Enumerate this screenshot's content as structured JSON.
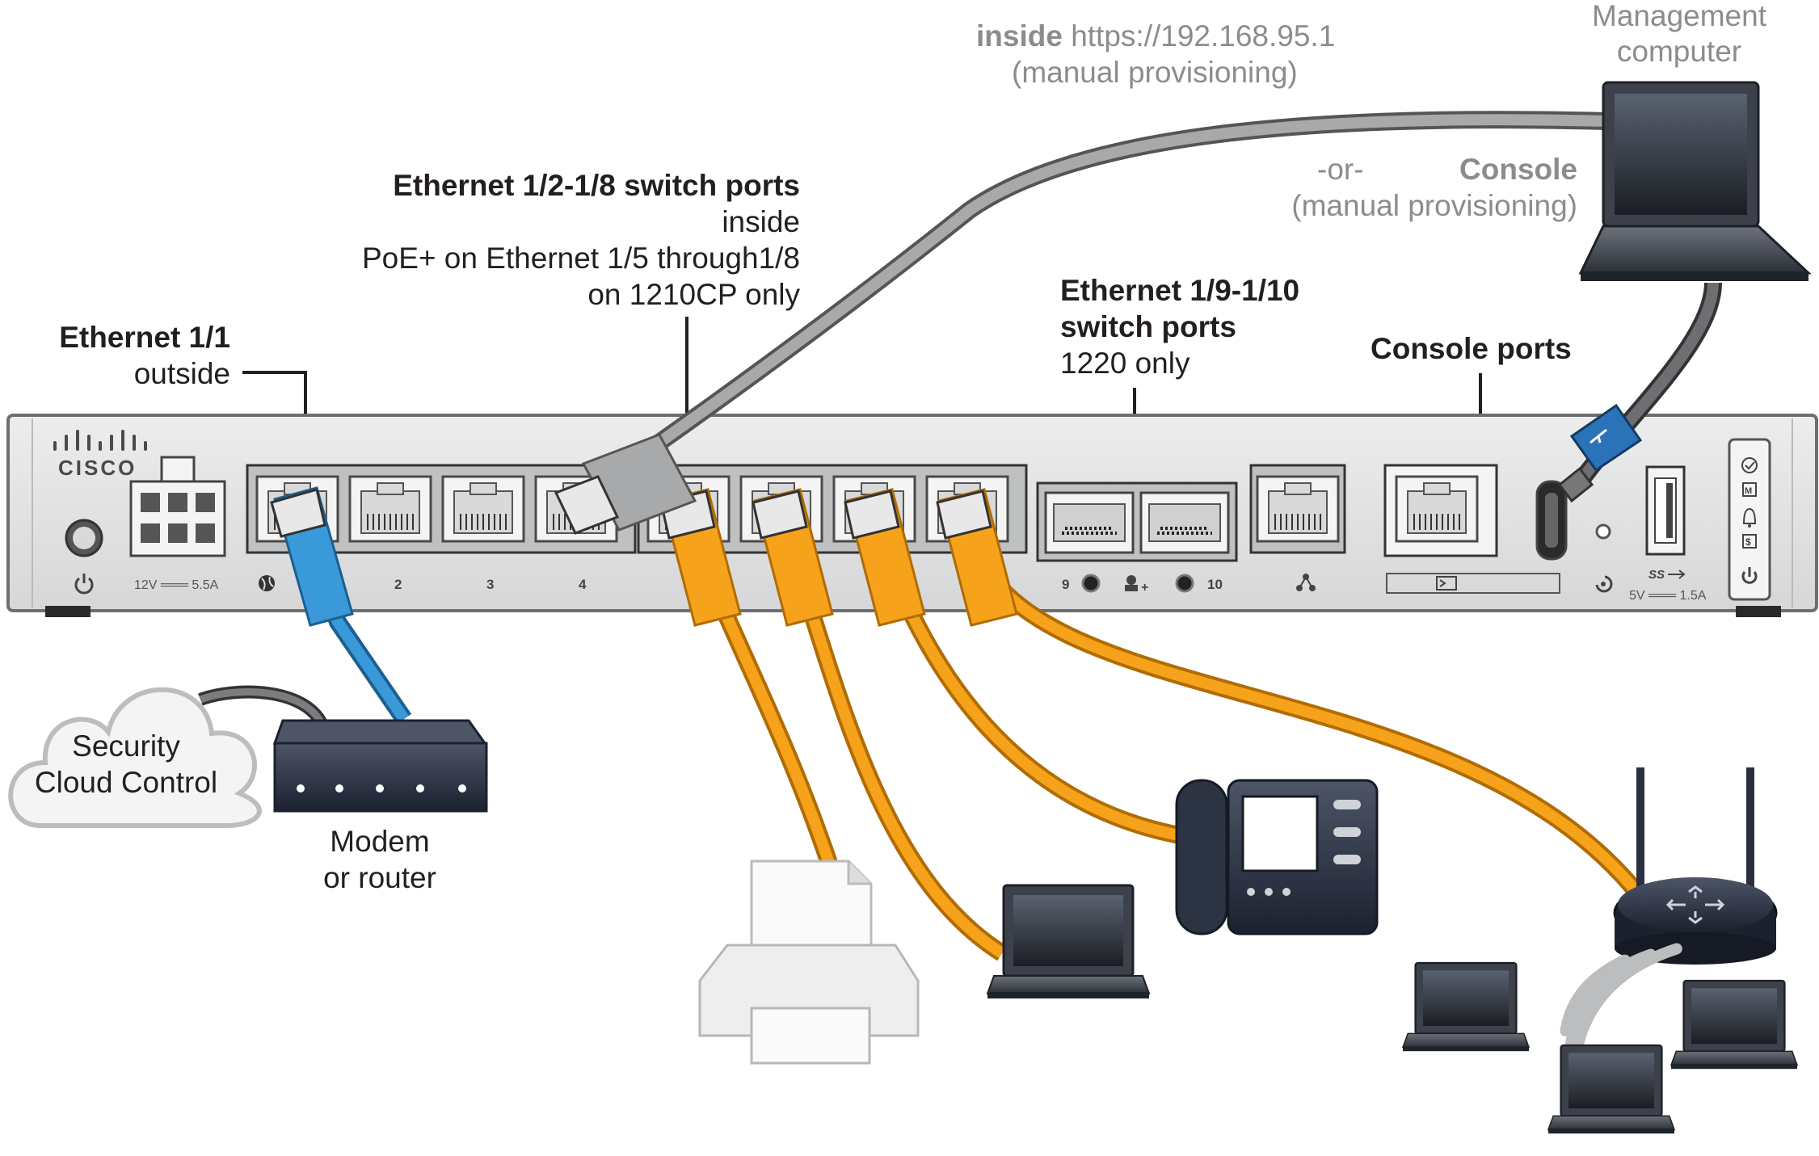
{
  "labels": {
    "inside_bold": "inside",
    "inside_url": " https://192.168.95.1",
    "inside_manual": "(manual provisioning)",
    "mgmt_line1": "Management",
    "mgmt_line2": "computer",
    "or": "-or-",
    "console_bold": "Console",
    "console_manual": "(manual provisioning)",
    "sw_title": "Ethernet 1/2-1/8 switch ports",
    "sw_line2": "inside",
    "sw_line3": "PoE+ on Ethernet 1/5 through1/8",
    "sw_line4": "on 1210CP only",
    "e910_line1": "Ethernet 1/9-1/10",
    "e910_line2": "switch ports",
    "e910_line3": "1220 only",
    "console_ports": "Console ports",
    "e11_title": "Ethernet 1/1",
    "e11_sub": "outside",
    "cloud_line1": "Security",
    "cloud_line2": "Cloud Control",
    "modem_line1": "Modem",
    "modem_line2": "or router"
  },
  "device": {
    "vendor": "CISCO",
    "power_rating": "12V ═══ 5.5A",
    "port_numbers": [
      "2",
      "3",
      "4"
    ],
    "sfp_9": "9",
    "sfp_10": "10",
    "usb_rating": "5V ═══ 1.5A"
  },
  "colors": {
    "outside_cable": "#3a9ad9",
    "inside_cable": "#f7a21b",
    "mgmt_cable": "#9a9b9d",
    "console_cable": "#2b73b8",
    "chassis": "#e3e4e5"
  }
}
